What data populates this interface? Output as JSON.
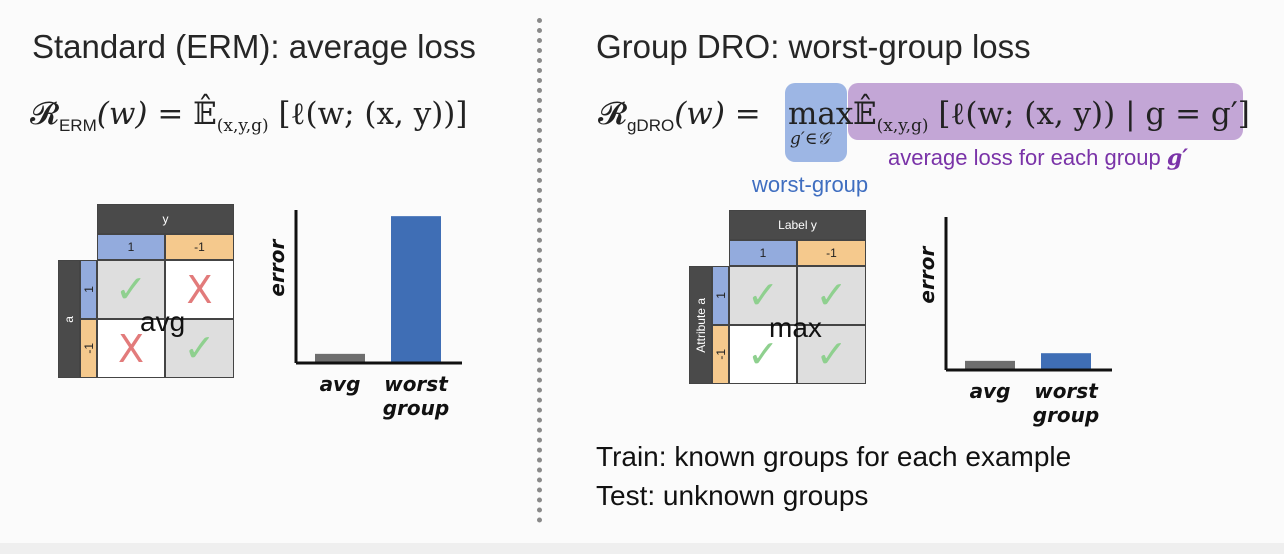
{
  "left": {
    "title": "Standard (ERM): average loss",
    "formula": {
      "lhs": "𝓡",
      "lhs_sub": "ERM",
      "w": "(w) = ",
      "expect": "𝔼̂",
      "expect_sub": "(x,y,g)",
      "body": "[ℓ(w; (x, y))]"
    },
    "table": {
      "col_header": "y",
      "cols": [
        "1",
        "-1"
      ],
      "row_header": "a",
      "rows": [
        "1",
        "-1"
      ],
      "cells": [
        [
          "✓",
          "X"
        ],
        [
          "X",
          "✓"
        ]
      ],
      "overlay": "avg"
    },
    "chart_data": {
      "type": "bar",
      "categories": [
        "avg",
        "worst group"
      ],
      "category_lines": [
        [
          "avg"
        ],
        [
          "worst",
          "group"
        ]
      ],
      "values": [
        0.05,
        0.95
      ],
      "ylabel": "error",
      "ylim": [
        0,
        1
      ],
      "colors": [
        "#6e6e6e",
        "#3f6eb5"
      ]
    }
  },
  "right": {
    "title": "Group DRO: worst-group loss",
    "formula": {
      "lhs": "𝓡",
      "lhs_sub": "gDRO",
      "w": "(w) = ",
      "max": "max",
      "max_sub": "g′∈𝒢",
      "expect": "𝔼̂",
      "expect_sub": "(x,y,g)",
      "body": "[ℓ(w; (x, y)) | g = g′]"
    },
    "annotations": {
      "purple": "average loss for each group ",
      "purple_symbol": "g′",
      "blue": "worst-group"
    },
    "table": {
      "col_header": "Label y",
      "cols": [
        "1",
        "-1"
      ],
      "row_header": "Attribute a",
      "rows": [
        "1",
        "-1"
      ],
      "cells": [
        [
          "✓",
          "✓"
        ],
        [
          "✓",
          "✓"
        ]
      ],
      "overlay": "max"
    },
    "chart_data": {
      "type": "bar",
      "categories": [
        "avg",
        "worst group"
      ],
      "category_lines": [
        [
          "avg"
        ],
        [
          "worst",
          "group"
        ]
      ],
      "values": [
        0.05,
        0.1
      ],
      "ylabel": "error",
      "ylim": [
        0,
        1
      ],
      "colors": [
        "#6e6e6e",
        "#3f6eb5"
      ]
    },
    "notes": [
      {
        "label": "Train:",
        "text": " known groups for each example"
      },
      {
        "label": "Test:",
        "text": " unknown groups"
      }
    ]
  }
}
